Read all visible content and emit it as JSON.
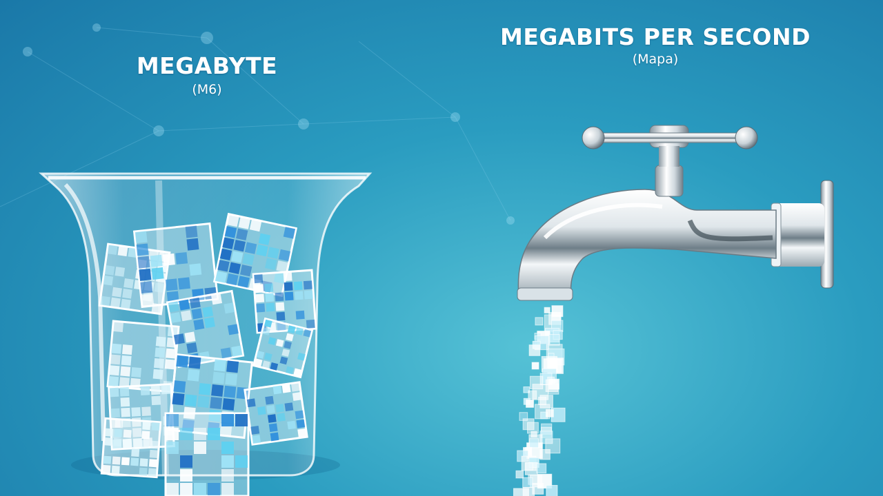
{
  "left_label": {
    "title": "MEGABYTE",
    "abbr": "(M6)"
  },
  "right_label": {
    "title": "MEGABITS PER SECOND",
    "abbr": "(Mapa)"
  },
  "colors": {
    "background_dark": "#1a78a8",
    "background_light": "#56c2d6",
    "pixel_blue": "#2f8fdc",
    "pixel_cyan": "#5fd0f0",
    "chrome": "#e8eef2"
  },
  "icons": {
    "container": "glass-cup-icon",
    "faucet": "faucet-icon",
    "data_blocks": "pixel-cube-icon"
  }
}
